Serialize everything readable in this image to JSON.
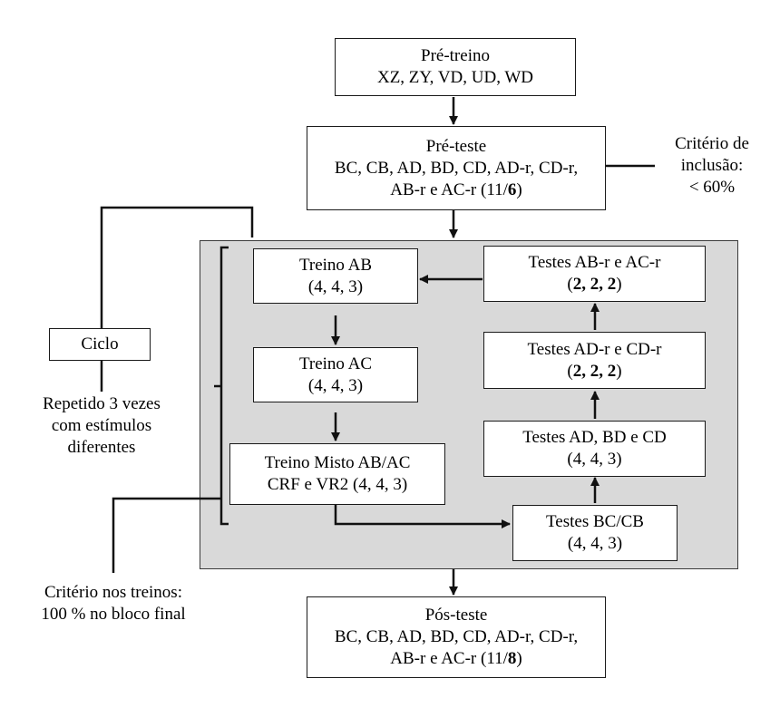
{
  "diagram": {
    "pre_training": {
      "title": "Pré-treino",
      "line2": "XZ, ZY, VD, UD, WD"
    },
    "pre_test": {
      "title": "Pré-teste",
      "line2": "BC, CB, AD, BD, CD, AD-r, CD-r,",
      "line3_prefix": "AB-r e AC-r (11/",
      "line3_bold": "6",
      "line3_suffix": ")"
    },
    "inclusion_criterion": {
      "line1": "Critério de",
      "line2": "inclusão:",
      "line3": "<  60%"
    },
    "cycle": {
      "label": "Ciclo",
      "note_line1": "Repetido 3 vezes",
      "note_line2": "com estímulos",
      "note_line3": "diferentes"
    },
    "training_criterion": {
      "line1": "Critério nos treinos:",
      "line2": "100 % no bloco final"
    },
    "training_ab": {
      "title": "Treino AB",
      "values": "(4, 4, 3)"
    },
    "training_ac": {
      "title": "Treino AC",
      "values": "(4, 4, 3)"
    },
    "training_mixed": {
      "title": "Treino Misto AB/AC",
      "line2": "CRF e VR2 (4, 4, 3)"
    },
    "tests_bc_cb": {
      "title": "Testes BC/CB",
      "values": "(4, 4, 3)"
    },
    "tests_ad_bd_cd": {
      "title": "Testes AD, BD e CD",
      "values": "(4, 4, 3)"
    },
    "tests_adr_cdr": {
      "title": "Testes AD-r e CD-r",
      "values_prefix": "(",
      "values_bold": "2, 2, 2",
      "values_suffix": ")"
    },
    "tests_abr_acr": {
      "title": "Testes AB-r e AC-r",
      "values_prefix": "(",
      "values_bold": "2, 2, 2",
      "values_suffix": ")"
    },
    "post_test": {
      "title": "Pós-teste",
      "line2": "BC, CB, AD, BD, CD, AD-r, CD-r,",
      "line3_prefix": "AB-r e AC-r (11/",
      "line3_bold": "8",
      "line3_suffix": ")"
    }
  }
}
